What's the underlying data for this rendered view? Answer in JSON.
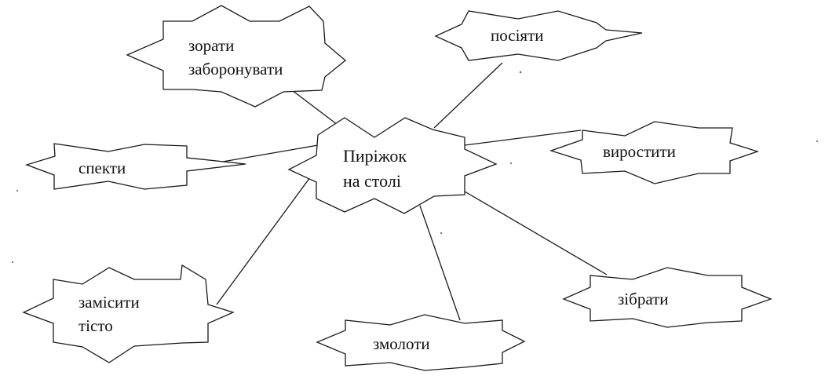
{
  "center": {
    "lines": [
      "Пиріжок",
      "на столі"
    ]
  },
  "nodes": [
    {
      "id": "plough",
      "lines": [
        "зорати",
        "заборонувати"
      ]
    },
    {
      "id": "sow",
      "lines": [
        "посіяти"
      ]
    },
    {
      "id": "bake",
      "lines": [
        "спекти"
      ]
    },
    {
      "id": "grow",
      "lines": [
        "виростити"
      ]
    },
    {
      "id": "knead",
      "lines": [
        "замісити",
        "тісто"
      ]
    },
    {
      "id": "harvest",
      "lines": [
        "зібрати"
      ]
    },
    {
      "id": "grind",
      "lines": [
        "змолоти"
      ]
    }
  ],
  "colors": {
    "stroke": "#1a1a1a",
    "fill": "#ffffff",
    "text": "#111111"
  }
}
